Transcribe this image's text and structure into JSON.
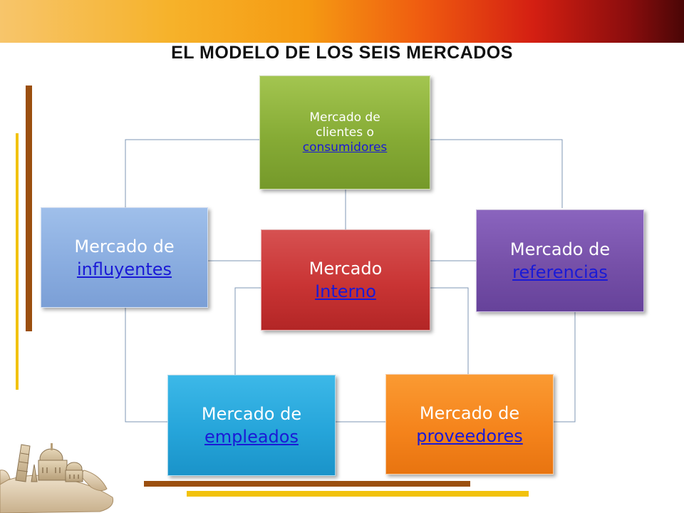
{
  "slide": {
    "title": "EL MODELO DE LOS SEIS MERCADOS"
  },
  "colors": {
    "clientes": "#8cb03c",
    "interno": "#cc3a3a",
    "influyentes": "#8db0e0",
    "referencias": "#7a55ad",
    "empleados": "#2ba9dd",
    "proveedores": "#f5871f",
    "link": "#1a1ad6",
    "connector": "#7f97b5",
    "bar_brown": "#9b4f0f",
    "bar_gold": "#f2c20c"
  },
  "nodes": {
    "clientes": {
      "line1": "Mercado de",
      "line2": "clientes o",
      "link": "consumidores"
    },
    "interno": {
      "line1": "Mercado",
      "link": "Interno"
    },
    "influyentes": {
      "line1": "Mercado de",
      "link": "influyentes"
    },
    "referencias": {
      "line1": "Mercado de",
      "link": "referencias"
    },
    "empleados": {
      "line1": "Mercado de",
      "link": "empleados"
    },
    "proveedores": {
      "line1": "Mercado de",
      "link": "proveedores"
    }
  }
}
